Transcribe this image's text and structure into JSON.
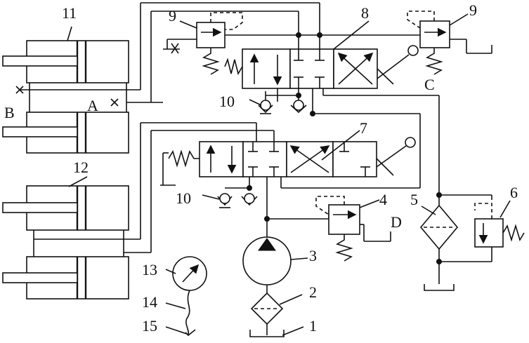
{
  "labels": {
    "n1": "1",
    "n2": "2",
    "n3": "3",
    "n4": "4",
    "n5": "5",
    "n6": "6",
    "n7": "7",
    "n8": "8",
    "n9a": "9",
    "n9b": "9",
    "n10a": "10",
    "n10b": "10",
    "n11": "11",
    "n12": "12",
    "n13": "13",
    "n14": "14",
    "n15": "15",
    "A": "A",
    "B": "B",
    "C": "C",
    "D": "D"
  }
}
